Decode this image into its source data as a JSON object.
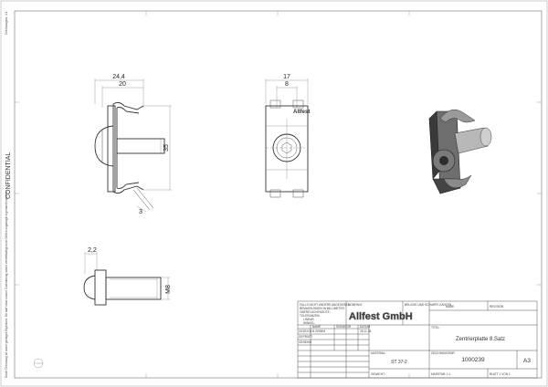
{
  "side_text": {
    "confidential": "CONFIDENTIAL",
    "top_left_note": "Zeichnungsnr. 4.1",
    "bottom_left_note": "Diese Zeichnung ist unser geistiges Eigentum. Sie darf ohne unsere Zustimmung weder vervielfaeltigt noch Dritten zugaenglich gemacht werden."
  },
  "dimensions": {
    "top_width_outer": "24,4",
    "top_width_inner": "20",
    "height": "35",
    "angle": "3",
    "mid_width_outer": "17",
    "mid_width_inner": "8",
    "bottom_offset": "2,2",
    "thread": "M8"
  },
  "views": {
    "brand_label": "Allfest"
  },
  "title_block": {
    "notes_lines": [
      "FALLS NICHT ANDERS ANGEGEBEN:",
      "BEMASSUNGEN IN MILLIMETER",
      "OBERFLÄCHENGÜTE:",
      "TOLERANZEN:",
      "LINEAR:",
      "WINKEL:"
    ],
    "company_label": "COMPANY",
    "company_name": "Allfest GmbH",
    "finish_label": "BRUCHE UND SCHARFE KANTEN",
    "name_label": "NAME",
    "rev_label": "REVISION",
    "roles": [
      "GEZEICH.",
      "GEPRÜFT",
      "GENEHM."
    ],
    "col_heads": [
      "NAME",
      "SIGNATUR",
      "DATUM"
    ],
    "drawn_by": "B.GRIMM",
    "drawn_date": "28.11.18",
    "title_label": "TITEL:",
    "title": "Zentrierplatte 8.Satz",
    "material_label": "MATERIAL:",
    "material": "ST 37-2",
    "drawing_no_label": "ZEICHNUNGSNR.",
    "drawing_no": "1000239",
    "size": "A3",
    "weight_label": "GEWICHT:",
    "scale_label": "MASSTAB: 1:1",
    "sheet_label": "BLATT 1 VON 1"
  }
}
